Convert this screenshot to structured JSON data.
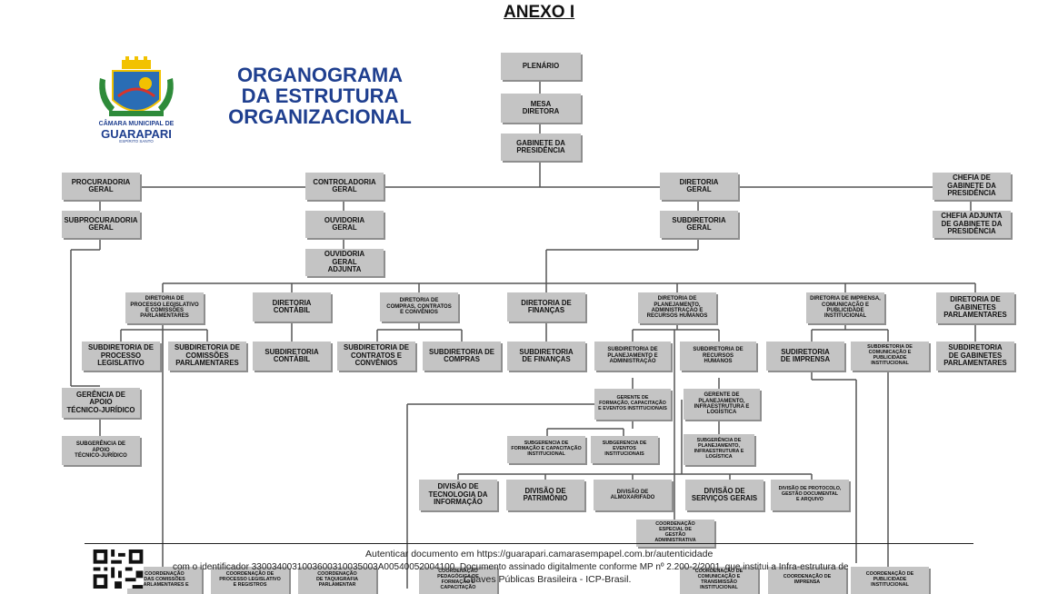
{
  "header": {
    "annex": "ANEXO I",
    "title": "ORGANOGRAMA\nDA ESTRUTURA\nORGANIZACIONAL"
  },
  "logo": {
    "line1": "CÂMARA MUNICIPAL DE",
    "line2": "GUARAPARI",
    "line3": "ESPÍRITO SANTO",
    "colors": {
      "sky": "#2a6db5",
      "leaf": "#2e8b3a",
      "sun": "#f2c200",
      "bird": "#d8342a"
    }
  },
  "org": {
    "plenario": "PLENÁRIO",
    "mesa": "MESA\nDIRETORA",
    "gabinete_presidencia": "GABINETE DA\nPRESIDÊNCIA",
    "procuradoria": "PROCURADORIA\nGERAL",
    "subprocuradoria": "SUBPROCURADORIA\nGERAL",
    "controladoria": "CONTROLADORIA\nGERAL",
    "ouvidoria": "OUVIDORIA\nGERAL",
    "ouvidoria_adjunta": "OUVIDORIA\nGERAL\nADJUNTA",
    "diretoria_geral": "DIRETORIA\nGERAL",
    "subdiretoria_geral": "SUBDIRETORIA\nGERAL",
    "chefia_gabinete": "CHEFIA DE\nGABINETE DA\nPRESIDÊNCIA",
    "chefia_adjunta": "CHEFIA ADJUNTA\nDE GABINETE DA\nPRESIDÊNCIA",
    "dir_processo_legislativo": "DIRETORIA DE\nPROCESSO LEGISLATIVO\nE COMISSÕES\nPARLAMENTARES",
    "dir_contabil": "DIRETORIA\nCONTÁBIL",
    "dir_compras": "DIRETORIA DE\nCOMPRAS, CONTRATOS\nE CONVÊNIOS",
    "dir_financas": "DIRETORIA DE\nFINANÇAS",
    "dir_planejamento": "DIRETORIA DE\nPLANEJAMENTO,\nADMINISTRAÇÃO E\nRECURSOS HUMANOS",
    "dir_imprensa": "DIRETORIA DE IMPRENSA,\nCOMUNICAÇÃO E\nPUBLICIDADE\nINSTITUCIONAL",
    "dir_gabinetes": "DIRETORIA DE\nGABINETES\nPARLAMENTARES",
    "sub_processo": "SUBDIRETORIA DE\nPROCESSO\nLEGISLATIVO",
    "sub_comissoes": "SUBDIRETORIA DE\nCOMISSÕES\nPARLAMENTARES",
    "sub_contabil": "SUBDIRETORIA\nCONTÁBIL",
    "sub_contratos": "SUBDIRETORIA DE\nCONTRATOS E\nCONVÊNIOS",
    "sub_compras": "SUBDIRETORIA DE\nCOMPRAS",
    "sub_financas": "SUBDIRETORIA\nDE FINANÇAS",
    "sub_planejamento": "SUBDIRETORIA DE\nPLANEJAMENTO E\nADMINISTRAÇÃO",
    "sub_rh": "SUBDIRETORIA DE\nRECURSOS\nHUMANOS",
    "sub_imprensa": "SUDIRETORIA\nDE IMPRENSA",
    "sub_comunicacao": "SUBDIRETORIA DE\nCOMUNICAÇÃO E\nPUBLICIDADE\nINSTITUCIONAL",
    "sub_gabinetes": "SUBDIRETORIA\nDE GABINETES\nPARLAMENTARES",
    "gerencia_apoio": "GERÊNCIA DE\nAPOIO\nTÉCNICO-JURÍDICO",
    "subgerencia_apoio": "SUBGERÊNCIA DE\nAPOIO\nTÉCNICO-JURÍDICO",
    "gerente_formacao": "GERENTE DE\nFORMAÇÃO, CAPACITAÇÃO\nE EVENTOS INSTITUCIONAIS",
    "gerente_planejamento": "GERENTE DE\nPLANEJAMENTO,\nINFRAESTRUTURA E\nLOGÍSTICA",
    "subger_formacao": "SUBGERENCIA DE\nFORMAÇÃO E CAPACITAÇÃO\nINSTITUCIONAL",
    "subger_eventos": "SUBGERENCIA DE\nEVENTOS\nINSTITUCIONAIS",
    "subger_planejamento": "SUBGERÊNCIA DE\nPLANEJAMENTO,\nINFRAESTRUTURA E\nLOGÍSTICA",
    "div_tecnologia": "DIVISÃO DE\nTECNOLOGIA DA\nINFORMAÇÃO",
    "div_patrimonio": "DIVISÃO DE\nPATRIMÔNIO",
    "div_almoxarifado": "DIVISÃO DE\nALMOXARIFADO",
    "div_servicos": "DIVISÃO DE\nSERVIÇOS GERAIS",
    "div_protocolo": "DIVISÃO DE PROTOCOLO,\nGESTÃO DOCUMENTAL\nE ARQUIVO",
    "coord_gestao": "COORDENAÇÃO\nESPECIAL DE\nGESTÃO\nADMINISTRATIVA",
    "coord_comissoes": "COORDENAÇÃO\nDAS COMISSÕES\nPARLAMENTARES E",
    "coord_processo": "COORDENAÇÃO DE\nPROCESSO LEGISLATIVO\nE REGISTROS",
    "coord_taquigrafia": "COORDENAÇÃO\nDE TAQUIGRAFIA\nPARLAMENTAR",
    "coord_pedagogica": "COORDENAÇÃO\nPEDAGÓGICA DE\nFORMAÇÃO E\nCAPACITAÇÃO",
    "coord_comunicacao": "COORDENAÇÃO DE\nCOMUNICAÇÃO E\nTRANSMISSÃO\nINSTITUCIONAL",
    "coord_imprensa": "COORDENAÇÃO DE\nIMPRENSA",
    "coord_publicidade": "COORDENAÇÃO DE\nPUBLICIDADE\nINSTITUCIONAL"
  },
  "footer": {
    "line1": "Autenticar documento em https://guarapari.camarasempapel.com.br/autenticidade",
    "line2": "com o identificador 3300340031003600310035003A00540052004100, Documento assinado digitalmente conforme MP nº 2.200-2/2001, que institui a Infra-estrutura de",
    "line3": "Chaves Públicas Brasileira - ICP-Brasil."
  }
}
